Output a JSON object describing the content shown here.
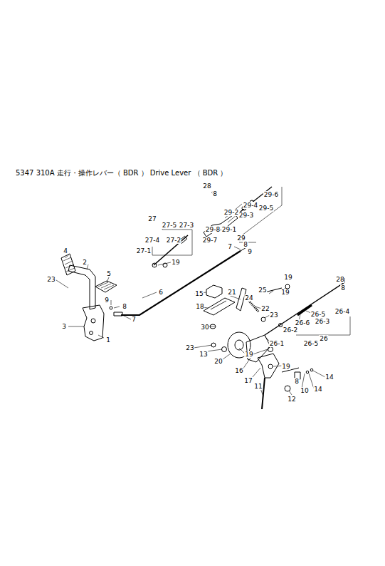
{
  "diagram": {
    "title": "5347 310A 走行・操作レバー（ BDR ） Drive Lever （ BDR ）",
    "nodes": [],
    "edges": [],
    "labels": [
      "28",
      "8",
      "29-6",
      "29-4",
      "29-5",
      "29-2",
      "29-3",
      "27",
      "27-5",
      "27-3",
      "29-8",
      "29-1",
      "27-4",
      "27-2",
      "29",
      "29-7",
      "27-1",
      "7",
      "8",
      "9",
      "19",
      "4",
      "2",
      "5",
      "23",
      "6",
      "19",
      "28",
      "8",
      "25",
      "19",
      "15",
      "21",
      "9",
      "8",
      "24",
      "22",
      "23",
      "18",
      "26-5",
      "26-4",
      "26-3",
      "26-6",
      "26-2",
      "7",
      "30",
      "26",
      "3",
      "1",
      "23",
      "26-1",
      "26-5",
      "13",
      "20",
      "19",
      "19",
      "16",
      "17",
      "14",
      "11",
      "8",
      "10",
      "14",
      "12"
    ]
  }
}
